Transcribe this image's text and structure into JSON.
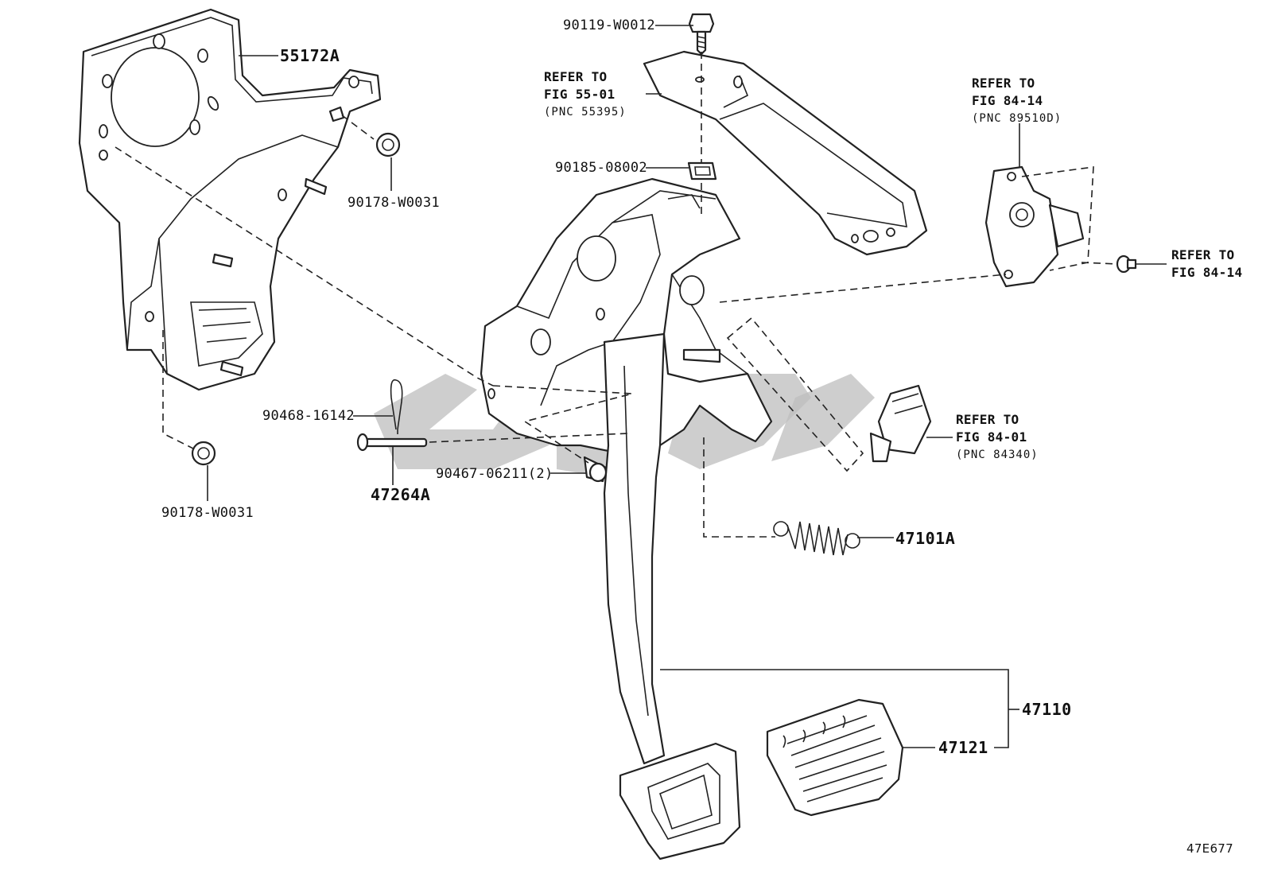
{
  "diagram_id": "47E677",
  "parts": {
    "p55172A": "55172A",
    "p90178_top": "90178-W0031",
    "p90178_bottom": "90178-W0031",
    "p90119": "90119-W0012",
    "p90185": "90185-08002",
    "p90468": "90468-16142",
    "p47264A": "47264A",
    "p90467": "90467-06211(2)",
    "p47101A": "47101A",
    "p47110": "47110",
    "p47121": "47121"
  },
  "refs": {
    "fig55": {
      "line1": "REFER TO",
      "line2": "FIG 55-01",
      "pnc": "(PNC 55395)"
    },
    "fig84_14_top": {
      "line1": "REFER TO",
      "line2": "FIG 84-14",
      "pnc": "(PNC 89510D)"
    },
    "fig84_14_right": {
      "line1": "REFER TO",
      "line2": "FIG 84-14"
    },
    "fig84_01": {
      "line1": "REFER TO",
      "line2": "FIG 84-01",
      "pnc": "(PNC 84340)"
    }
  }
}
